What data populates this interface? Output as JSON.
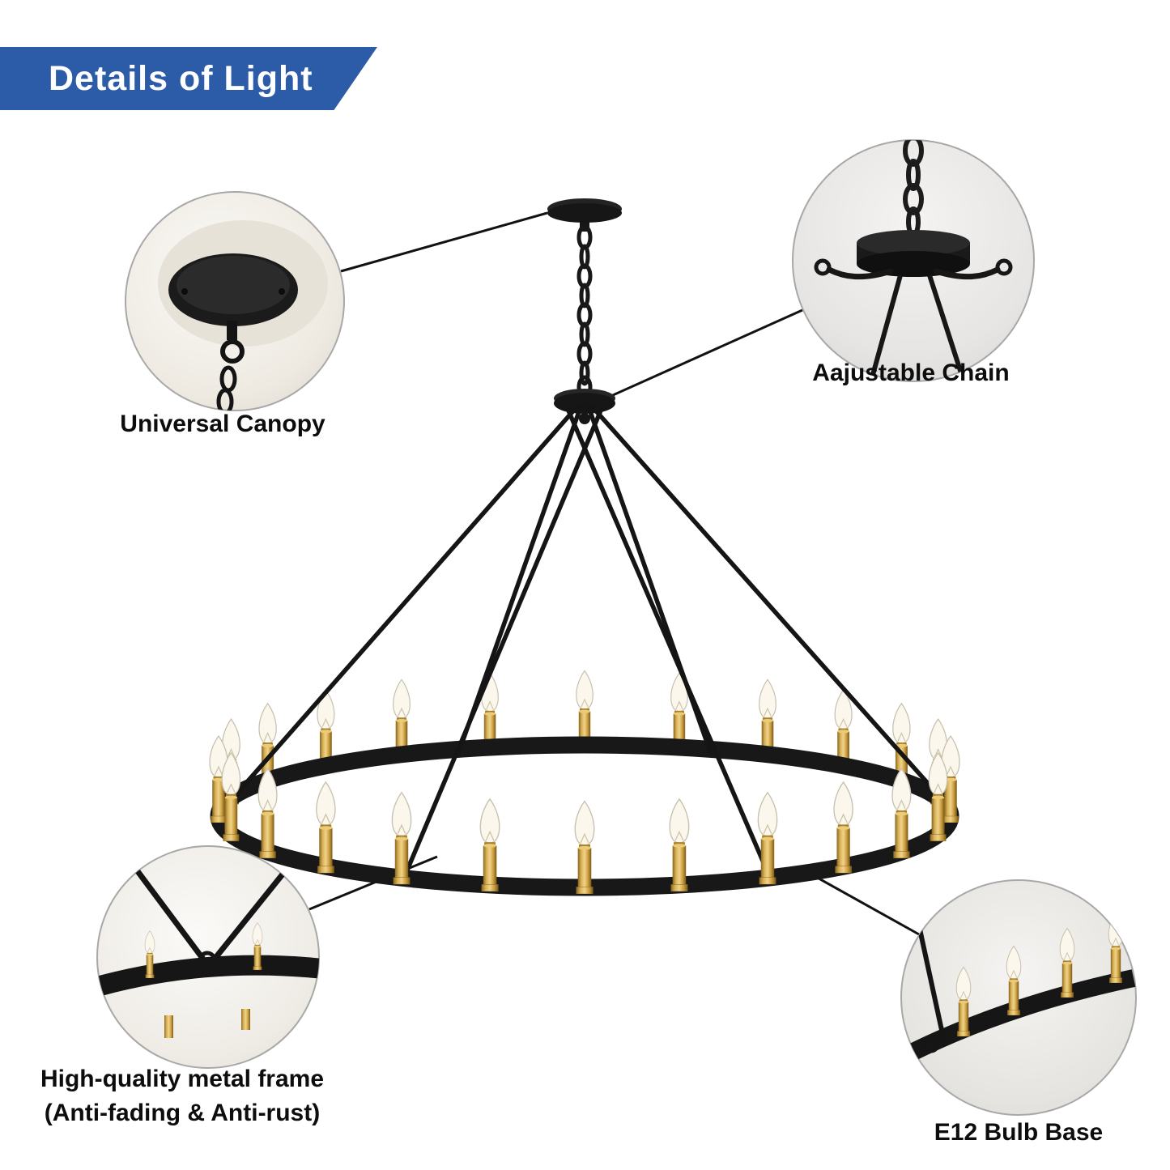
{
  "banner": {
    "title": "Details of Light"
  },
  "callouts": [
    {
      "id": "canopy",
      "label": "Universal Canopy"
    },
    {
      "id": "chain",
      "label": "Aajustable Chain"
    },
    {
      "id": "frame",
      "label": "High-quality metal frame",
      "label2": "(Anti-fading & Anti-rust)"
    },
    {
      "id": "bulb",
      "label": "E12 Bulb Base"
    }
  ],
  "colors": {
    "banner_blue": "#2c5ba8",
    "frame_black": "#181818",
    "gold": "#c99c3f",
    "bulb_warm": "#fbf7ec",
    "label_text": "#0d0d0d",
    "circle_border": "#a8a8a8"
  }
}
